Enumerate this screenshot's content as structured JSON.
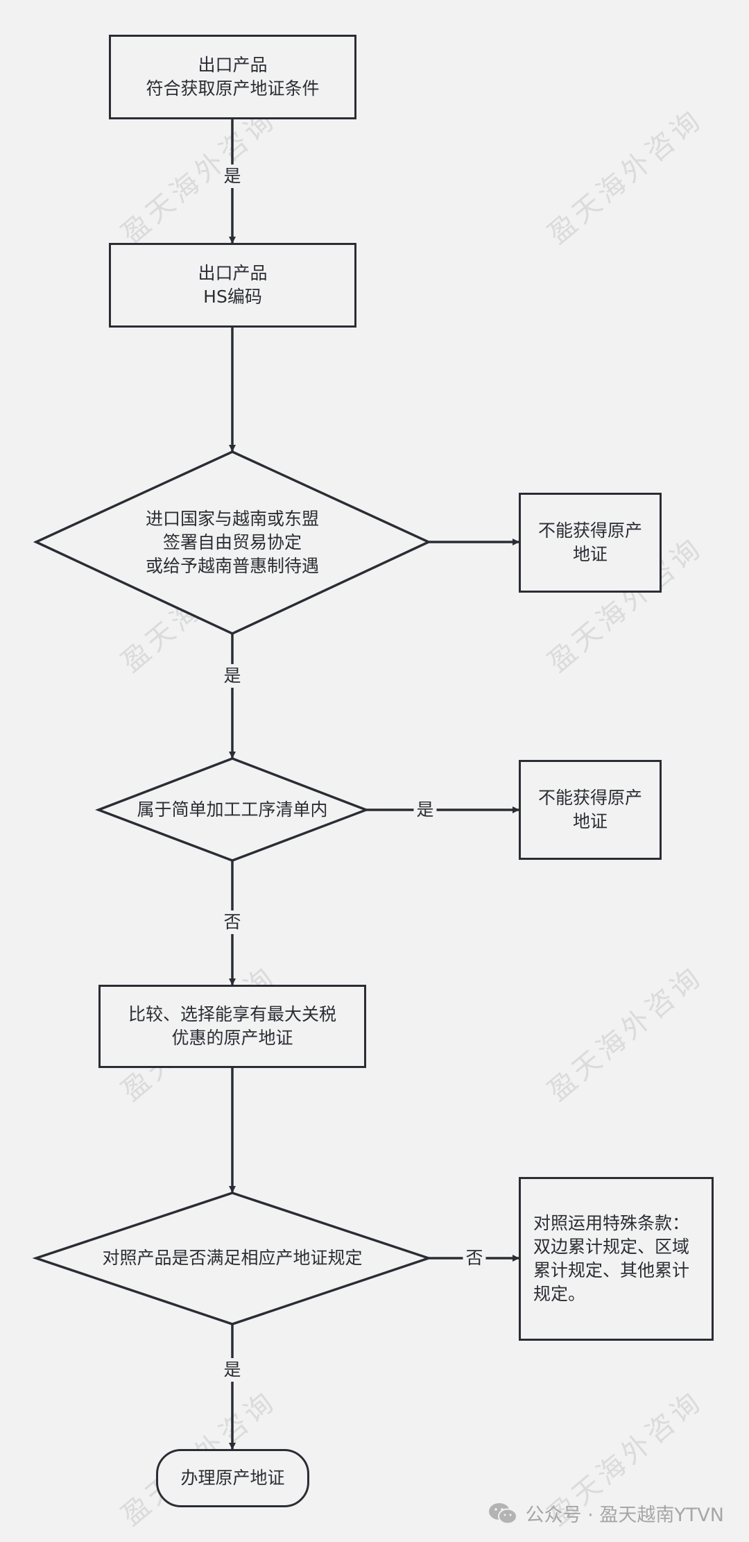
{
  "nodes": {
    "n1": "出口产品\n符合获取原产地证条件",
    "n2": "出口产品\nHS编码",
    "d1": "进口国家与越南或东盟\n签署自由贸易协定\n或给予越南普惠制待遇",
    "r1": "不能获得原产\n地证",
    "d2": "属于简单加工工序清单内",
    "r2": "不能获得原产\n地证",
    "n3": "比较、选择能享有最大关税\n优惠的原产地证",
    "d3": "对照产品是否满足相应产地证规定",
    "r3": "对照运用特殊条款：\n双边累计规定、区域\n累计规定、其他累计\n规定。",
    "end": "办理原产地证"
  },
  "edges": {
    "e1": "是",
    "e2": "是",
    "e3": "是",
    "e4": "否",
    "e5": "否",
    "e6": "是"
  },
  "watermark": "盈天海外咨询",
  "footer": {
    "icon": "wechat-icon",
    "text": "公众号 · 盈天越南YTVN"
  },
  "colors": {
    "background": "#f2f2f2",
    "stroke": "#2a2d33"
  }
}
